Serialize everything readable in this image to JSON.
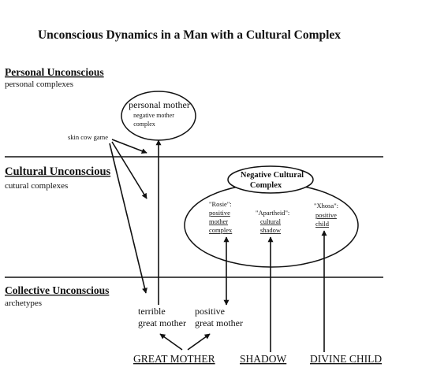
{
  "title": "Unconscious Dynamics in a Man with a Cultural Complex",
  "layers": {
    "personal": {
      "heading": "Personal Unconscious",
      "sub": "personal complexes"
    },
    "cultural": {
      "heading": "Cultural Unconscious",
      "sub": "cutural complexes"
    },
    "collective": {
      "heading": "Collective Unconscious",
      "sub": "archetypes"
    }
  },
  "personal_mother": {
    "title": "personal mother",
    "line1": "negative mother",
    "line2": "complex"
  },
  "skin_cow": "skin cow game",
  "negative_complex": {
    "line1": "Negative Cultural",
    "line2": "Complex"
  },
  "rosie": {
    "name": "\"Rosie\":",
    "l1": "positive",
    "l2": "mother",
    "l3": "complex"
  },
  "apartheid": {
    "name": "\"Apartheid\":",
    "l1": "cultural",
    "l2": "shadow"
  },
  "xhosa": {
    "name": "\"Xhosa\":",
    "l1": "positive",
    "l2": "child"
  },
  "terrible": {
    "l1": "terrible",
    "l2": "great mother"
  },
  "positive": {
    "l1": "positive",
    "l2": "great mother"
  },
  "archetypes": {
    "great_mother": "GREAT MOTHER",
    "shadow": "SHADOW",
    "divine_child": "DIVINE CHILD"
  }
}
